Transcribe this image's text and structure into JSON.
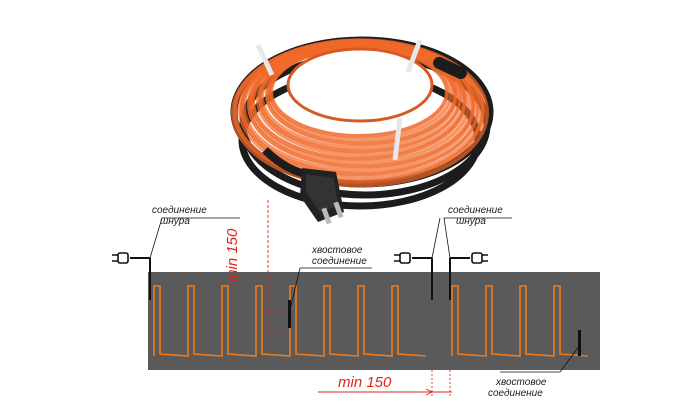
{
  "product": {
    "cable_color": "#f06a2a",
    "cold_lead_color": "#1c1c1c",
    "plug_icon": "schuko-plug-icon"
  },
  "diagram": {
    "surface_color": "#5a5a5a",
    "heating_cable_color": "#f07a1a",
    "dimension_color": "#e0241b",
    "labels": {
      "left_cord_connection": [
        "соединение",
        "шнура"
      ],
      "left_tail_connection": [
        "хвостовое",
        "соединение"
      ],
      "right_cord_connection": [
        "соединение",
        "шнура"
      ],
      "right_tail_connection": [
        "хвостовое",
        "соединение"
      ]
    },
    "dimensions": {
      "vertical": "min 150",
      "horizontal": "min 150"
    }
  }
}
